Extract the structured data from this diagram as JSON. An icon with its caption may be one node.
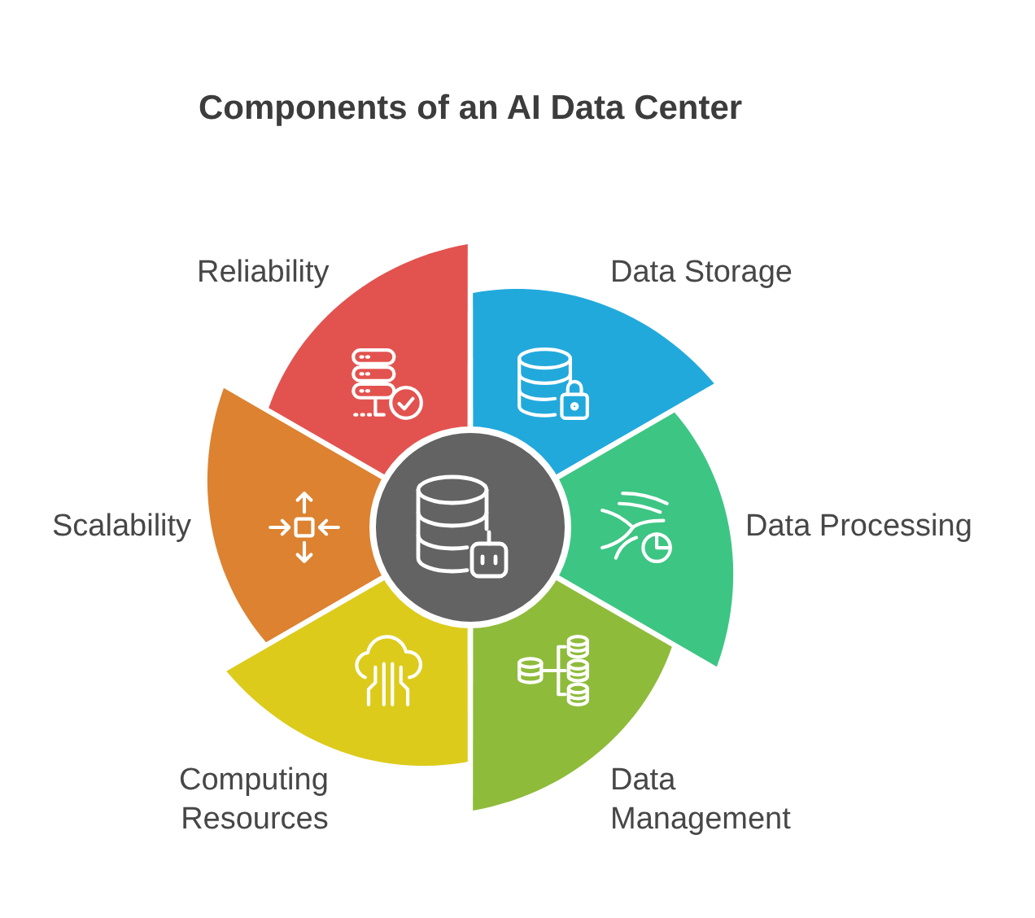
{
  "diagram": {
    "title": "Components of an AI Data Center",
    "nodes": [
      {
        "text": [],
        "shape": "circle"
      },
      {
        "text": [
          "Reliability"
        ]
      },
      {
        "text": [
          "Data Storage"
        ]
      },
      {
        "text": [
          "Scalability"
        ]
      },
      {
        "text": [
          "Data Processing"
        ]
      },
      {
        "text": [
          "Computing Resources"
        ]
      },
      {
        "text": [
          "Data Management"
        ]
      }
    ]
  }
}
